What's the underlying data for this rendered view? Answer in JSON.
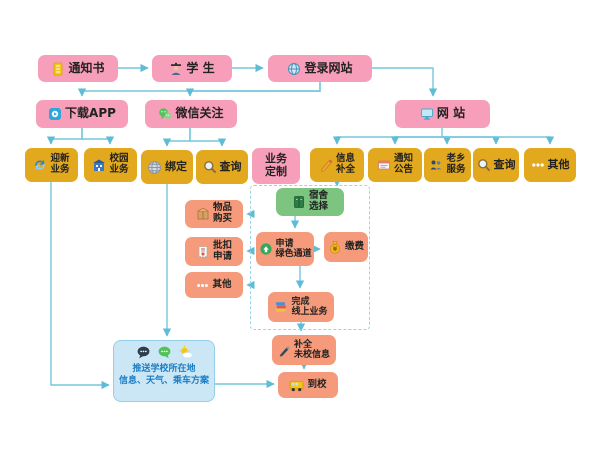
{
  "palette": {
    "pink": "#f79fba",
    "yellow": "#e2a81e",
    "orange": "#f59b7b",
    "green": "#7cc47f",
    "push_box_bg": "#cbe7f6",
    "push_box_border": "#94cee8",
    "push_text_blue": "#1c7ec4",
    "arrow": "#74c7dc",
    "dashed_border": "#9bd3e6",
    "background": "#ffffff"
  },
  "nodes": {
    "notification": {
      "label": "通知书",
      "icon": "document-icon"
    },
    "student": {
      "label": "学 生",
      "icon": "student-icon"
    },
    "login_website": {
      "label": "登录网站",
      "icon": "globe-icon"
    },
    "download_app": {
      "label": "下载APP",
      "icon": "app-icon"
    },
    "wechat_follow": {
      "label": "微信关注",
      "icon": "wechat-icon"
    },
    "website": {
      "label": "网 站",
      "icon": "monitor-icon"
    },
    "welcome_business": {
      "label": "迎新业务",
      "label_lines": [
        "迎新",
        "业务"
      ],
      "icon": "refresh-icon"
    },
    "campus_business": {
      "label": "校园业务",
      "label_lines": [
        "校园",
        "业务"
      ],
      "icon": "campus-icon"
    },
    "bind": {
      "label": "绑定",
      "icon": "globe2-icon"
    },
    "query_wechat": {
      "label": "查询",
      "icon": "search-icon"
    },
    "business_custom": {
      "label": "业务定制",
      "label_lines": [
        "业务",
        "定制"
      ]
    },
    "info_complete": {
      "label": "信息补全",
      "label_lines": [
        "信息",
        "补全"
      ],
      "icon": "pencil-icon"
    },
    "notice": {
      "label": "通知公告",
      "label_lines": [
        "通知",
        "公告"
      ],
      "icon": "notice-icon"
    },
    "hometown_service": {
      "label": "老乡服务",
      "label_lines": [
        "老乡",
        "服务"
      ],
      "icon": "people-icon"
    },
    "query_website": {
      "label": "查询",
      "icon": "search-icon"
    },
    "other_website": {
      "label": "其他",
      "icon": "dots-icon"
    },
    "item_purchase": {
      "label": "物品购买",
      "label_lines": [
        "物品",
        "购买"
      ],
      "icon": "box-icon"
    },
    "dorm_select": {
      "label": "宿舍选择",
      "label_lines": [
        "宿舍",
        "选择"
      ],
      "icon": "locker-icon"
    },
    "batch_deduction": {
      "label": "批扣申请",
      "label_lines": [
        "批扣",
        "申请"
      ],
      "icon": "receipt-icon"
    },
    "green_channel": {
      "label": "申请绿色通道",
      "label_lines": [
        "申请",
        "绿色通道"
      ],
      "icon": "green-arrow-icon"
    },
    "pay": {
      "label": "缴费",
      "icon": "moneybag-icon"
    },
    "other_middle": {
      "label": "其他",
      "icon": "dots-icon"
    },
    "complete_online": {
      "label": "完成线上业务",
      "label_lines": [
        "完成",
        "线上业务"
      ],
      "icon": "cards-icon"
    },
    "supplement_info": {
      "label": "补全未校信息",
      "label_lines": [
        "补全",
        "未校信息"
      ],
      "icon": "pen-icon"
    },
    "push_info": {
      "label": "推送学校所在地信息、天气、乘车方案",
      "label_lines": [
        "推送学校所在地",
        "信息、天气、乘车方案"
      ],
      "icons": [
        "chat-dark-icon",
        "chat-green-icon",
        "sun-icon"
      ]
    },
    "arrive": {
      "label": "到校",
      "icon": "bus-icon"
    }
  }
}
